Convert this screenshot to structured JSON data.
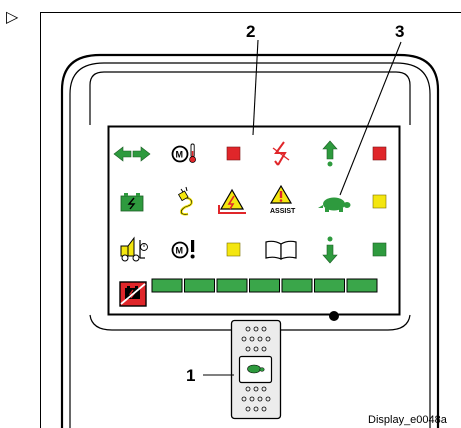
{
  "figure": {
    "marker": "▷",
    "caption": "Display_e0048a"
  },
  "callouts": [
    {
      "number": "1",
      "target": "switch"
    },
    {
      "number": "2",
      "target": "display-panel"
    },
    {
      "number": "3",
      "target": "turtle-indicator"
    }
  ],
  "display": {
    "assist_label": "ASSIST",
    "rows": [
      [
        "double-arrow-icon",
        "motor-temperature-icon",
        "red-square-icon",
        "lightning-fault-icon",
        "arrow-up-icon",
        "red-square-icon"
      ],
      [
        "battery-charge-icon",
        "charging-plug-icon",
        "warning-triangle-icon",
        "warning-assist-icon",
        "turtle-icon",
        "yellow-square-icon"
      ],
      [
        "forklift-icon",
        "motor-warning-icon",
        "yellow-square-icon",
        "manual-book-icon",
        "arrow-down-icon",
        "green-square-icon"
      ]
    ],
    "battery_bar": {
      "icon": "battery-fault-icon",
      "segments_lit": 7,
      "segments_total": 7
    }
  },
  "colors": {
    "green": "#2e9a3e",
    "red": "#e0262a",
    "yellow": "#f4e60f",
    "bar_green": "#3aa64a"
  }
}
